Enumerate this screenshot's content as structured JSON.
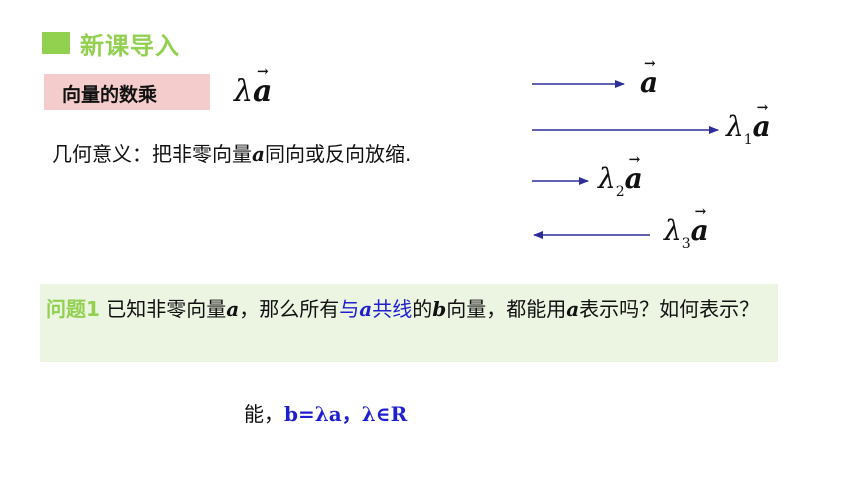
{
  "section": {
    "title": "新课导入"
  },
  "tag": {
    "label": "向量的数乘"
  },
  "formula": {
    "lambda": "λ",
    "a": "a",
    "arrow": "→"
  },
  "meaning": {
    "prefix": "几何意义：把非零向量",
    "var": "a",
    "suffix": "同向或反向放缩."
  },
  "vectors": [
    {
      "coef": "",
      "sub": "",
      "a": "a",
      "direction": "right"
    },
    {
      "coef": "λ",
      "sub": "1",
      "a": "a",
      "direction": "right"
    },
    {
      "coef": "λ",
      "sub": "2",
      "a": "a",
      "direction": "right"
    },
    {
      "coef": "λ",
      "sub": "3",
      "a": "a",
      "direction": "left"
    }
  ],
  "question": {
    "label": "问题1",
    "p1": "已知非零向量",
    "a1": "a",
    "p2": "，那么所有",
    "blue1": "与",
    "blue_a": "a",
    "blue2": "共线",
    "p3": "的",
    "b": "b",
    "p4": "向量，都能用",
    "a2": "a",
    "p5": "表示吗？如何表示？"
  },
  "answer": {
    "prefix": "能，",
    "expr": "b=λa",
    "comma": "，",
    "domain": "λ∈R"
  },
  "colors": {
    "accent_green": "#92d050",
    "arrow_blue": "#2e2e9a",
    "text_blue": "#1f1fcf",
    "tag_pink": "#f4cccc"
  }
}
